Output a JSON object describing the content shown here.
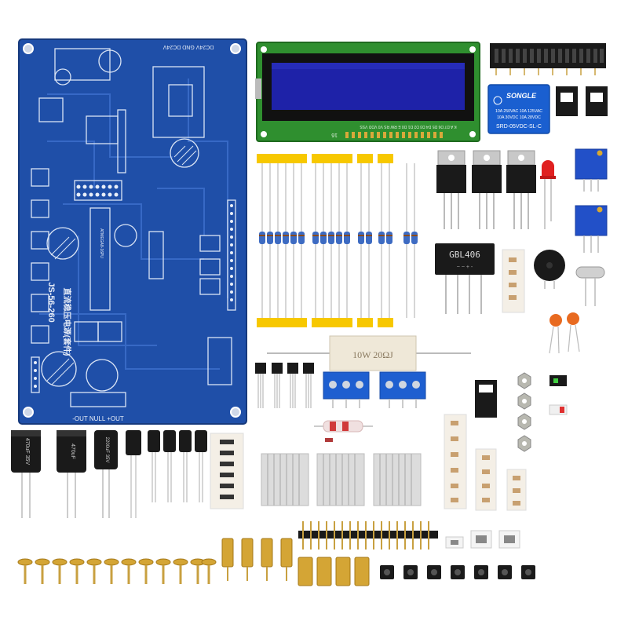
{
  "pcb": {
    "power_label": "DC24V GND DC24V",
    "model": "JS-56-260",
    "chinese_label": "直流稳压电源(套件)",
    "output_label": "-OUT NULL +OUT",
    "ic_label": "ATMEGA8-16PU"
  },
  "lcd": {
    "pin_label": "16",
    "pin_row": "K A D7 D6 D5 D4 D3 D2 D1 D0 E RW RS V0 VDD VSS"
  },
  "relay": {
    "brand": "SONGLE",
    "line1": "10A 250VAC  10A 125VAC",
    "line2": "10A 30VDC  10A 28VDC",
    "model": "SRD-05VDC-SL-C"
  },
  "bridge_rectifier": {
    "label": "GBL406"
  },
  "power_resistor": {
    "label": "10W 20ΩJ"
  },
  "capacitors": {
    "cap1": "470uF 35V",
    "cap2": "470uF",
    "cap3": "2200uF 35V"
  },
  "colors": {
    "pcb_blue": "#1f4fa8",
    "lcd_green": "#2f8f2f",
    "tape_yellow": "#f7c800",
    "relay_blue": "#1a5fd0"
  },
  "icons": [
    "pcb-board",
    "lcd-module",
    "relay",
    "voltage-regulator",
    "led",
    "trimmer-pot",
    "resistor",
    "bridge-rectifier",
    "buzzer",
    "crystal",
    "ceramic-capacitor",
    "transistor",
    "terminal-block",
    "heatsink",
    "electrolytic-capacitor",
    "pin-header",
    "brass-standoff",
    "screw",
    "tactile-switch"
  ]
}
